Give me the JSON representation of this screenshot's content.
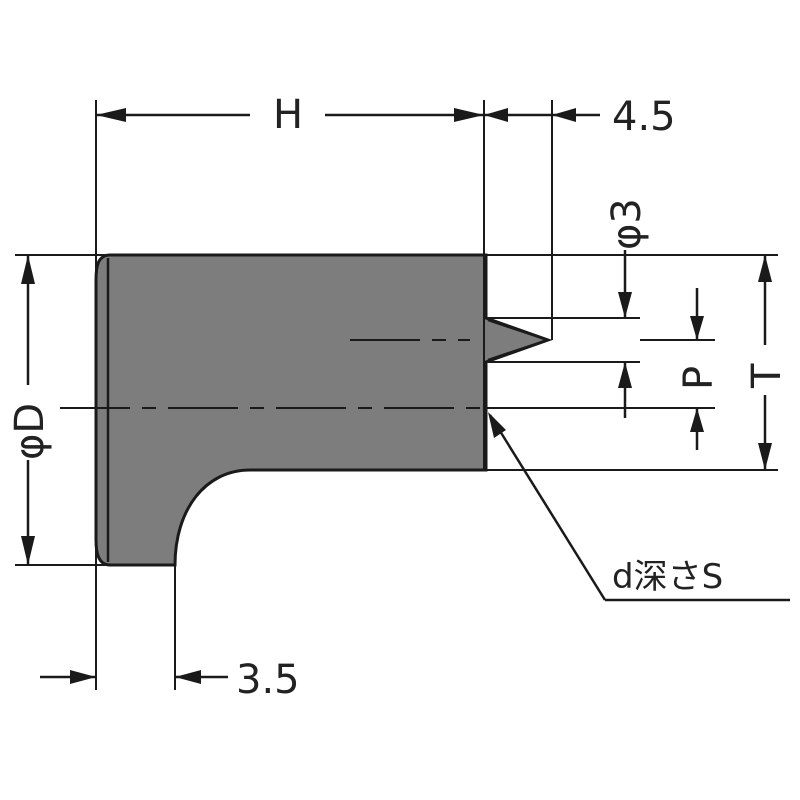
{
  "labels": {
    "H": "H",
    "dim_4_5": "4.5",
    "phi3": "φ3",
    "phiD": "φD",
    "P": "P",
    "T": "T",
    "dim_3_5": "3.5",
    "note": "d深さS"
  },
  "colors": {
    "body_fill": "#7d7d7d",
    "line": "#1a1a1a",
    "text": "#222222"
  }
}
